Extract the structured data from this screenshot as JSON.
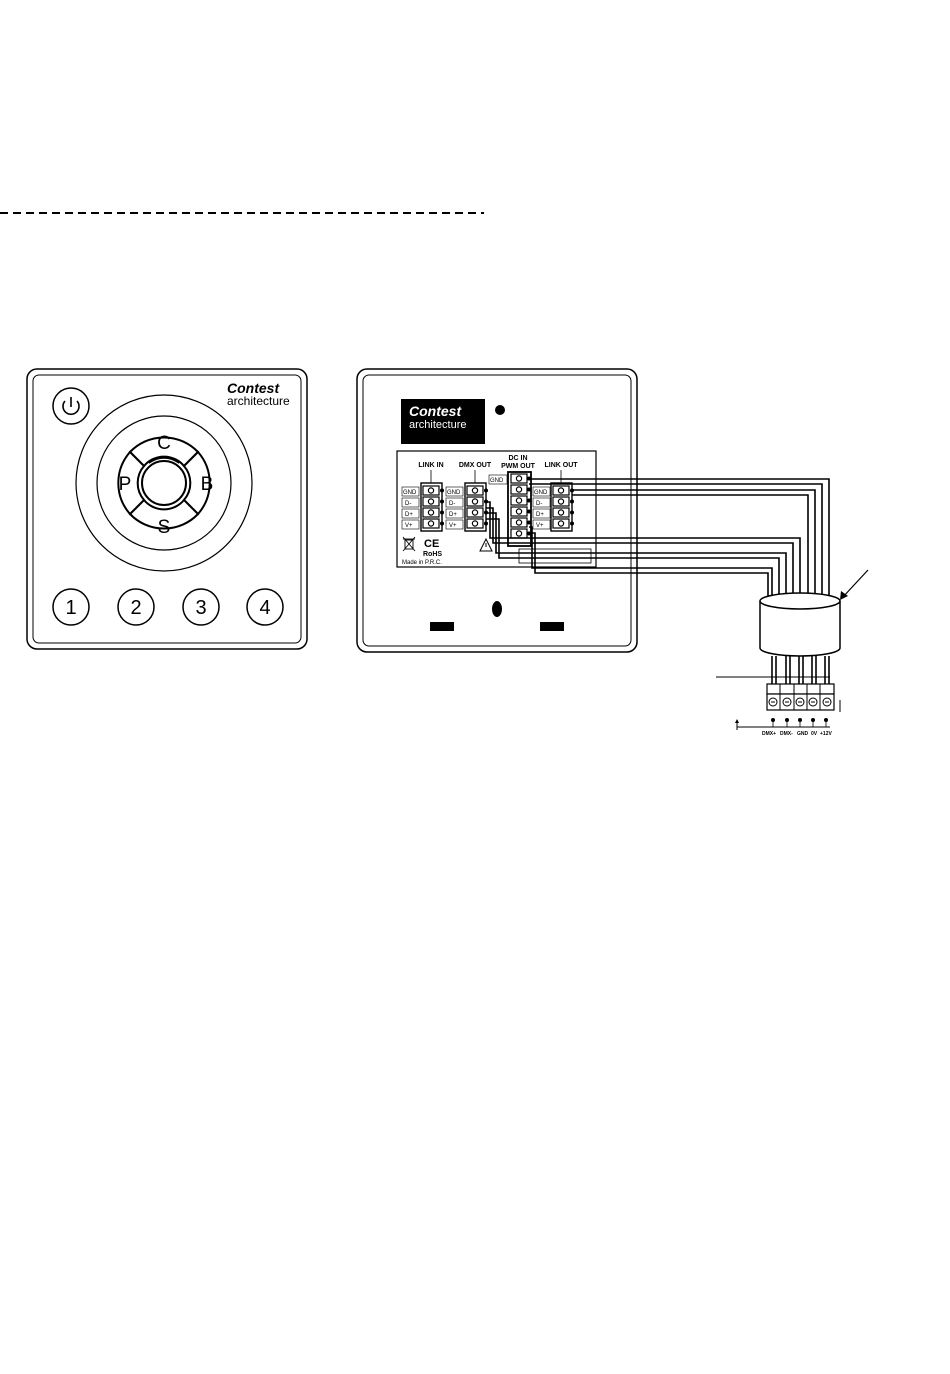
{
  "front_panel": {
    "logo": {
      "brand": "Contest",
      "sub": "architecture"
    },
    "keys": {
      "top": "C",
      "left": "P",
      "right": "B",
      "bottom": "S"
    },
    "presets": [
      "1",
      "2",
      "3",
      "4"
    ]
  },
  "back_panel": {
    "logo": {
      "brand": "Contest",
      "sub": "architecture"
    },
    "headers": {
      "link_in": "LINK IN",
      "dmx_out": "DMX OUT",
      "dc_in": "DC IN",
      "pwm_out": "PWM OUT",
      "link_out": "LINK OUT"
    },
    "pin_labels": [
      "GND",
      "D-",
      "D+",
      "V+"
    ],
    "dc_gnd": "GND",
    "ce": "CE",
    "rohs": "RoHS",
    "made_in": "Made in P.R.C."
  },
  "bottom_terminal": {
    "labels": [
      "DMX+",
      "DMX-",
      "GND",
      "0V",
      "+12V"
    ]
  },
  "colors": {
    "ink": "#000000",
    "panel_fill": "#ffffff",
    "logo_bg": "#000000"
  }
}
